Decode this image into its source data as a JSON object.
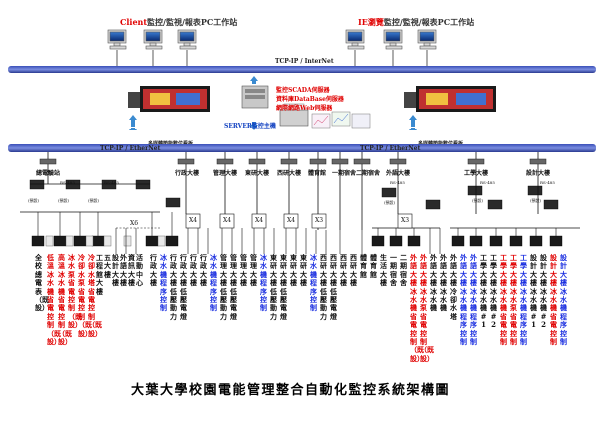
{
  "header": {
    "client_accent": "Client",
    "client_rest": "監控/監視/報表PC工作站",
    "ie_accent": "IE瀏覽",
    "ie_rest": "監控/監視/報表PC工作站"
  },
  "network": {
    "top_bus": "TCP-IP / InterNet",
    "mid_bus": "TCP-IP / EtherNet",
    "mid_bus_right": "TCP-IP / EtherNet"
  },
  "server": {
    "line1": "監控SCADA伺服器",
    "line2": "資料庫DataBase伺服器",
    "line3": "網際網路Web伺服器",
    "host": "SERVER監控主機"
  },
  "video_wall": {
    "label": "多媒體節能數位看板"
  },
  "buildings": [
    "總電驗站",
    "行政大樓",
    "管理大樓",
    "東研大樓",
    "西研大樓",
    "體育館",
    "一期宿舍",
    "二期宿舍",
    "外語大樓",
    "工學大樓",
    "設計大樓"
  ],
  "small_labels": {
    "rs485": "RS-485",
    "spare": "(預設)",
    "x6": "X6",
    "x4": "X4",
    "x3": "X3"
  },
  "columns": [
    {
      "text": "全校總電表（既設）",
      "color": "#111111"
    },
    {
      "text": "低溫冰水機省電控制（既設）",
      "color": "#e00000"
    },
    {
      "text": "高溫冰水機省電控制（既設）",
      "color": "#e00000"
    },
    {
      "text": "冰水泵省電控制（既設）",
      "color": "#e00000"
    },
    {
      "text": "冷卻水泵省電控制（既設）",
      "color": "#e00000"
    },
    {
      "text": "冷卻水塔省電控制（既設）",
      "color": "#e00000"
    },
    {
      "text": "工程館大樓",
      "color": "#111111"
    },
    {
      "text": "五大樓",
      "color": "#111111"
    },
    {
      "text": "設計大樓",
      "color": "#111111"
    },
    {
      "text": "外語大樓",
      "color": "#111111"
    },
    {
      "text": "資訊大樓",
      "color": "#111111"
    },
    {
      "text": "活動中心",
      "color": "#111111"
    },
    {
      "text": "行政大樓",
      "color": "#111111"
    },
    {
      "text": "冰水機程序控制",
      "color": "#1a2ee0"
    },
    {
      "text": "行政大樓低壓動力",
      "color": "#111111"
    },
    {
      "text": "行政大樓低壓電燈",
      "color": "#111111"
    },
    {
      "text": "行政大樓",
      "color": "#111111"
    },
    {
      "text": "行政大樓",
      "color": "#111111"
    },
    {
      "text": "冰水機程序控制",
      "color": "#1a2ee0"
    },
    {
      "text": "管理大樓低壓動力",
      "color": "#111111"
    },
    {
      "text": "管理大樓低壓電燈",
      "color": "#111111"
    },
    {
      "text": "管理大樓",
      "color": "#111111"
    },
    {
      "text": "管理大樓",
      "color": "#111111"
    },
    {
      "text": "冰水機程序控制",
      "color": "#1a2ee0"
    },
    {
      "text": "東研大樓低壓動力",
      "color": "#111111"
    },
    {
      "text": "東研大樓低壓電燈",
      "color": "#111111"
    },
    {
      "text": "東研大樓",
      "color": "#111111"
    },
    {
      "text": "東研大樓",
      "color": "#111111"
    },
    {
      "text": "冰水機程序控制",
      "color": "#1a2ee0"
    },
    {
      "text": "西研大樓低壓動力",
      "color": "#111111"
    },
    {
      "text": "西研大樓低壓電燈",
      "color": "#111111"
    },
    {
      "text": "西研大樓",
      "color": "#111111"
    },
    {
      "text": "西研大樓",
      "color": "#111111"
    },
    {
      "text": "體育館",
      "color": "#111111"
    },
    {
      "text": "體育館",
      "color": "#111111"
    },
    {
      "text": "生活大樓",
      "color": "#111111"
    },
    {
      "text": "一期宿舍",
      "color": "#111111"
    },
    {
      "text": "二期宿舍",
      "color": "#111111"
    },
    {
      "text": "外語大樓冰水機省電控制（既設）",
      "color": "#e00000"
    },
    {
      "text": "外語大樓冰水泵省電控制（既設）",
      "color": "#e00000"
    },
    {
      "text": "外語大樓冰水機",
      "color": "#111111"
    },
    {
      "text": "外語大樓冰水機",
      "color": "#111111"
    },
    {
      "text": "外語大樓冷卻水塔",
      "color": "#111111"
    },
    {
      "text": "外語大樓冰水機程序控制",
      "color": "#1a2ee0"
    },
    {
      "text": "外語大樓冰水機程序控制",
      "color": "#1a2ee0"
    },
    {
      "text": "工學大樓冰水機#1",
      "color": "#111111"
    },
    {
      "text": "工學大樓冰水機#2",
      "color": "#111111"
    },
    {
      "text": "工學大樓冰水機省電控制",
      "color": "#e00000"
    },
    {
      "text": "工學大樓冰水泵省電控制",
      "color": "#e00000"
    },
    {
      "text": "工學大樓冰水機程序控制",
      "color": "#1a2ee0"
    },
    {
      "text": "設計大樓冰水機#1",
      "color": "#111111"
    },
    {
      "text": "設計大樓冰水機#2",
      "color": "#111111"
    },
    {
      "text": "設計大樓冰水機省電控制",
      "color": "#e00000"
    },
    {
      "text": "設計大樓冰水機程序控制",
      "color": "#1a2ee0"
    }
  ],
  "title": "大葉大學校園電能管理整合自動化監控系統架構圖"
}
